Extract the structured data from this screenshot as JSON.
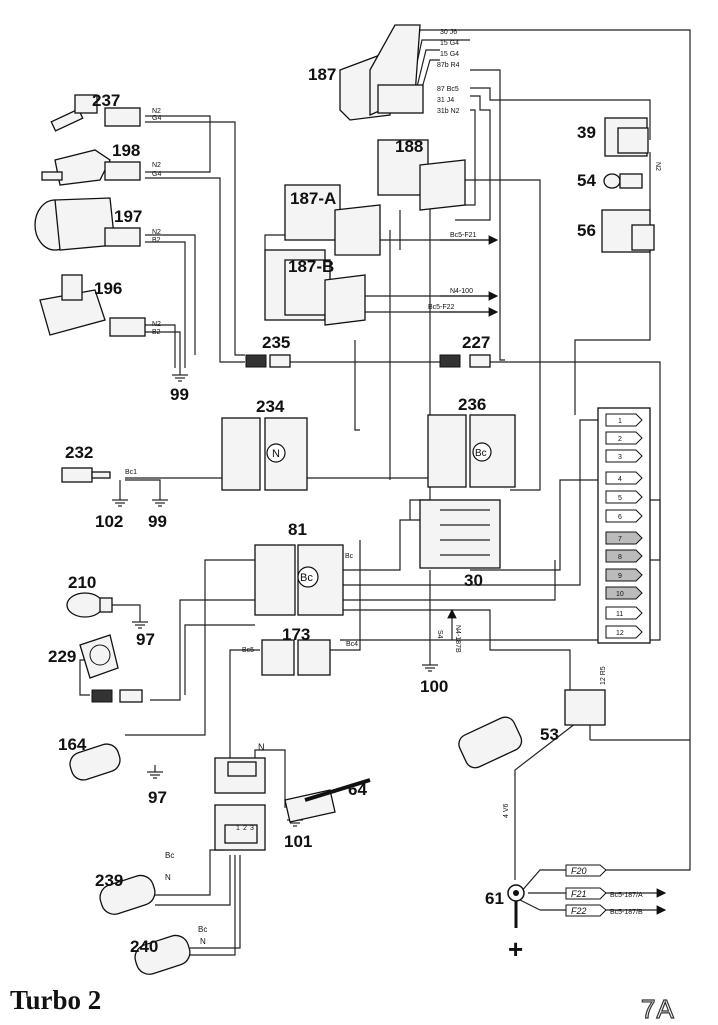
{
  "title": "Turbo 2",
  "page_label": "7A",
  "components": {
    "c187": "187",
    "c237": "237",
    "c198": "198",
    "c197": "197",
    "c196": "196",
    "c188": "188",
    "c187a": "187-A",
    "c187b": "187-B",
    "c39": "39",
    "c54": "54",
    "c56": "56",
    "c235": "235",
    "c227": "227",
    "c99a": "99",
    "c234": "234",
    "c236": "236",
    "c232": "232",
    "c102": "102",
    "c99b": "99",
    "c81": "81",
    "c210": "210",
    "c97a": "97",
    "c229": "229",
    "c173": "173",
    "c30": "30",
    "c100": "100",
    "c164": "164",
    "c97b": "97",
    "c64": "64",
    "c101": "101",
    "c53": "53",
    "c239": "239",
    "c61": "61",
    "c240": "240"
  },
  "wire_codes": {
    "relay187": [
      "30 J6",
      "15 G4",
      "15 G4",
      "87b R4",
      "87 Bc5",
      "31 J4",
      "31b N2"
    ],
    "n2_a": "N2",
    "g4_a": "G4",
    "n2_b": "N2",
    "g4_b": "G4",
    "n2_c": "N2",
    "b2_c": "B2",
    "n2_d": "N2",
    "b2_d": "B2",
    "n2_39": "N2",
    "bc5_f21": "Bc5-F21",
    "n4_100": "N4-100",
    "bc5_f22": "Bc5-F22",
    "bc1": "Bc1",
    "bc_81": "Bc",
    "bc4": "Bc4",
    "bc5_173": "Bc5",
    "n4_187b": "N4-187B",
    "s4": "S4",
    "n_64": "N",
    "bc_239": "Bc",
    "n_239": "N",
    "bc_240": "Bc",
    "n_240": "N",
    "r5_12": "12 R5",
    "v6_4": "4 V6",
    "bc5_187a": "Bc5-187/A",
    "bc5_187b": "Bc5-187/B",
    "pins_123": [
      "1",
      "2",
      "3"
    ]
  },
  "fuse_box": [
    "1",
    "2",
    "3",
    "4",
    "5",
    "6",
    "7",
    "8",
    "9",
    "10",
    "11",
    "12"
  ],
  "fuse_tags": [
    "F20",
    "F21",
    "F22"
  ],
  "connector_marks": {
    "n": "N",
    "bc_236": "Bc",
    "bc_81": "Bc"
  },
  "plus_sign": "+"
}
